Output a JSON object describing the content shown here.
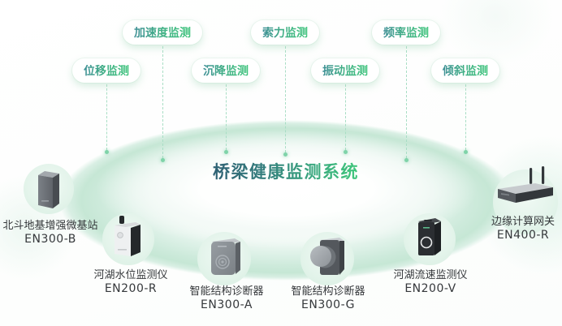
{
  "title": "桥梁健康监测系统",
  "monitoring_pills": [
    {
      "label": "加速度监测"
    },
    {
      "label": "索力监测"
    },
    {
      "label": "频率监测"
    },
    {
      "label": "位移监测"
    },
    {
      "label": "沉降监测"
    },
    {
      "label": "振动监测"
    },
    {
      "label": "倾斜监测"
    }
  ],
  "devices": [
    {
      "name": "北斗地基增强微基站",
      "model": "EN300-B",
      "icon": "basestation-tower-device-icon"
    },
    {
      "name": "河湖水位监测仪",
      "model": "EN200-R",
      "icon": "water-level-monitor-device-icon"
    },
    {
      "name": "智能结构诊断器",
      "model": "EN300-A",
      "icon": "structure-diagnostic-device-icon"
    },
    {
      "name": "智能结构诊断器",
      "model": "EN300-G",
      "icon": "structure-diagnostic-disc-device-icon"
    },
    {
      "name": "河湖流速监测仪",
      "model": "EN200-V",
      "icon": "flow-velocity-monitor-device-icon"
    },
    {
      "name": "边缘计算网关",
      "model": "EN400-R",
      "icon": "edge-computing-gateway-device-icon"
    }
  ],
  "colors": {
    "accent_green": "#3ec47c",
    "accent_teal": "#2e6073",
    "ellipse_mint": "#cdeadb",
    "dashed_line": "#a9dec5",
    "dot": "#7fd3a9",
    "label_text": "#35383b",
    "pill_background": "#ffffff"
  }
}
